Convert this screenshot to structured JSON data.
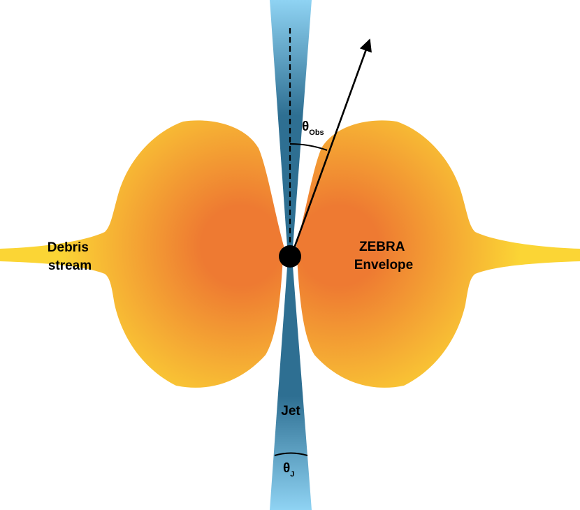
{
  "labels": {
    "debris_line1": "Debris",
    "debris_line2": "stream",
    "envelope_line1": "ZEBRA",
    "envelope_line2": "Envelope",
    "jet": "Jet",
    "theta_obs_symbol": "θ",
    "theta_obs_sub": "Obs",
    "theta_j_symbol": "θ",
    "theta_j_sub": "J"
  },
  "colors": {
    "envelope_outer": "#FBD535",
    "envelope_inner": "#EE7A32",
    "jet_light": "#8FD3F3",
    "jet_dark": "#2E6F92",
    "ink": "#000000"
  }
}
